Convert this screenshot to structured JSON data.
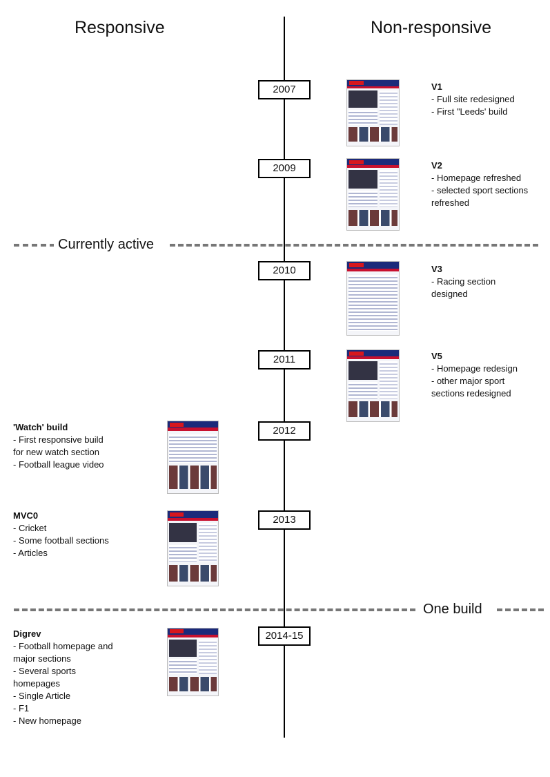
{
  "columns": {
    "left": "Responsive",
    "right": "Non-responsive"
  },
  "dividers": [
    {
      "label": "Currently active"
    },
    {
      "label": "One build"
    }
  ],
  "years": [
    "2007",
    "2009",
    "2010",
    "2011",
    "2012",
    "2013",
    "2014-15"
  ],
  "non_responsive": [
    {
      "title": "V1",
      "lines": [
        "- Full site redesigned",
        "- First \"Leeds' build"
      ]
    },
    {
      "title": "V2",
      "lines": [
        "- Homepage refreshed",
        "- selected sport sections",
        "refreshed"
      ]
    },
    {
      "title": "V3",
      "lines": [
        "- Racing section",
        "designed"
      ]
    },
    {
      "title": "V5",
      "lines": [
        "- Homepage redesign",
        "- other major sport",
        "sections redesigned"
      ]
    }
  ],
  "responsive": [
    {
      "title": "'Watch' build",
      "lines": [
        "- First responsive build",
        "for new watch section",
        "- Football league video"
      ]
    },
    {
      "title": "MVC0",
      "lines": [
        "- Cricket",
        "- Some football sections",
        "- Articles"
      ]
    },
    {
      "title": "Digrev",
      "lines": [
        "- Football homepage and",
        "major sections",
        "- Several sports",
        "homepages",
        "- Single Article",
        "- F1",
        "- New homepage"
      ]
    }
  ],
  "colors": {
    "brand_navy": "#1b2a7a",
    "brand_red": "#c8102e",
    "divider": "#777777"
  }
}
